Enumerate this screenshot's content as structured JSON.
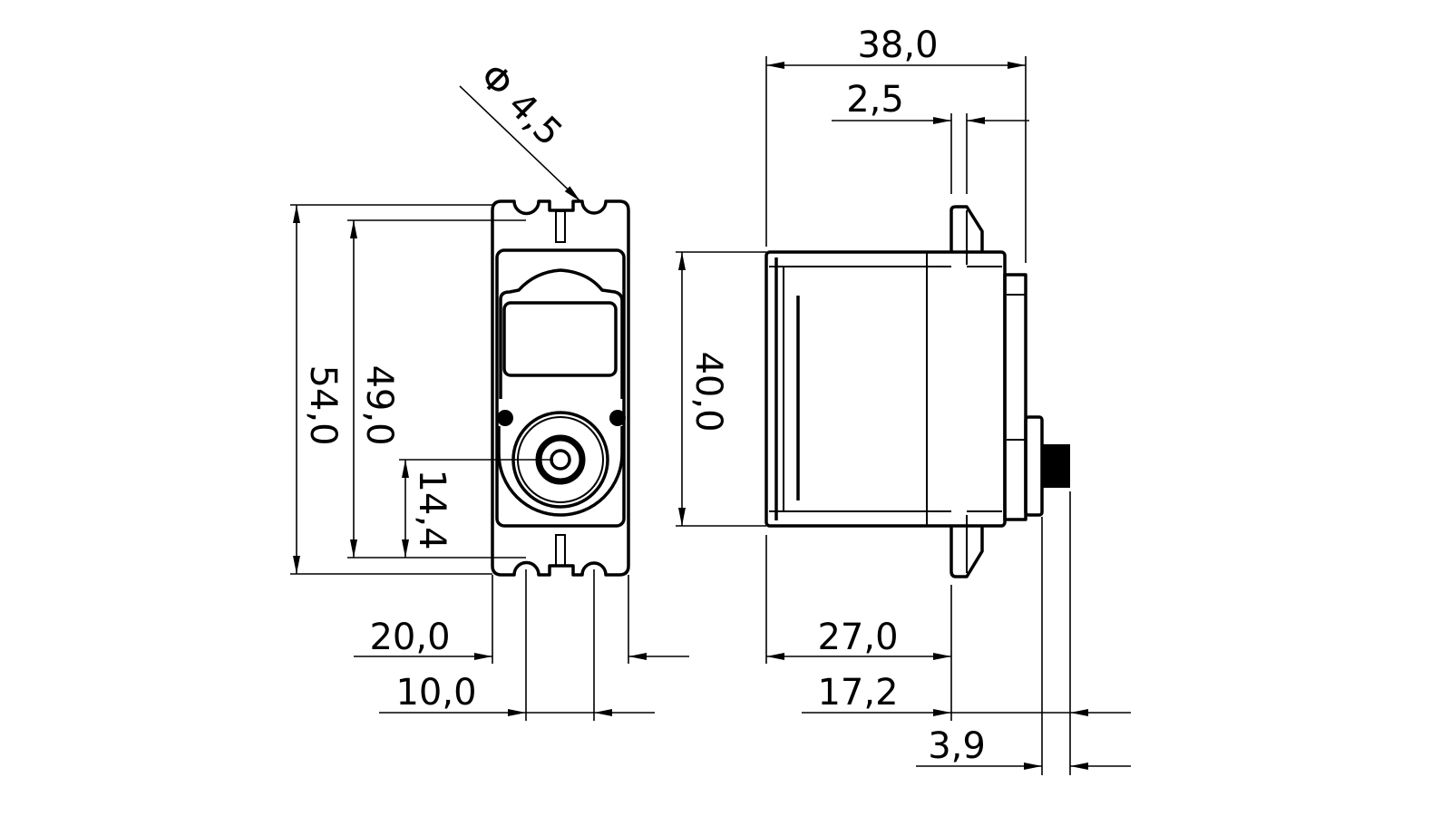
{
  "title": "Servo dimension drawing",
  "colors": {
    "line": "#000000",
    "background": "#ffffff"
  },
  "dimensions": {
    "overall_length": "38,0",
    "flange_thickness": "2,5",
    "mount_hole_diameter": "Φ 4,5",
    "tab_length": "54,0",
    "hole_spacing_vertical": "49,0",
    "shaft_offset": "14,4",
    "body_height": "40,0",
    "body_width": "20,0",
    "hole_spacing_horizontal": "10,0",
    "body_to_flange": "27,0",
    "flange_to_horn": "17,2",
    "shaft_height": "3,9"
  }
}
